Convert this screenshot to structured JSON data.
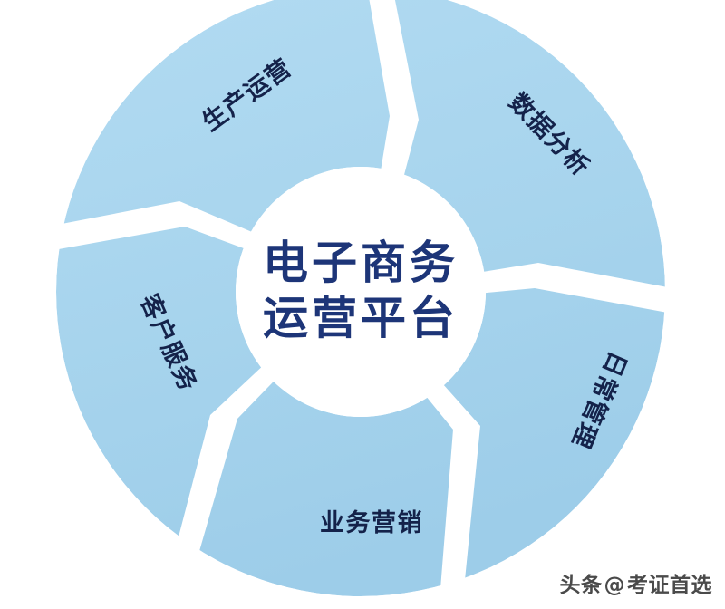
{
  "diagram": {
    "title_lines": [
      "电子商务",
      "运营平台"
    ],
    "center_text_color": "#1d3578",
    "segment_color": "#a9d6ef",
    "segment_color_dark": "#9fd0eb",
    "gap_color": "#ffffff",
    "background_color": "#ffffff",
    "label_color": "#14224a",
    "type": "donut",
    "segments": [
      {
        "id": "production-operations",
        "label": "生产运营",
        "angle_deg": -57,
        "rotation_deg": -36
      },
      {
        "id": "data-analysis",
        "label": "数据分析",
        "angle_deg": 18,
        "rotation_deg": 46
      },
      {
        "id": "daily-management",
        "label": "日常管理",
        "angle_deg": 84,
        "rotation_deg": 113
      },
      {
        "id": "business-marketing",
        "label": "业务营销",
        "angle_deg": 148,
        "rotation_deg": 0
      },
      {
        "id": "customer-service",
        "label": "客户服务",
        "angle_deg": 216,
        "rotation_deg": 66
      }
    ]
  },
  "watermark": {
    "brand": "头条",
    "at": "@",
    "account": "考证首选"
  }
}
